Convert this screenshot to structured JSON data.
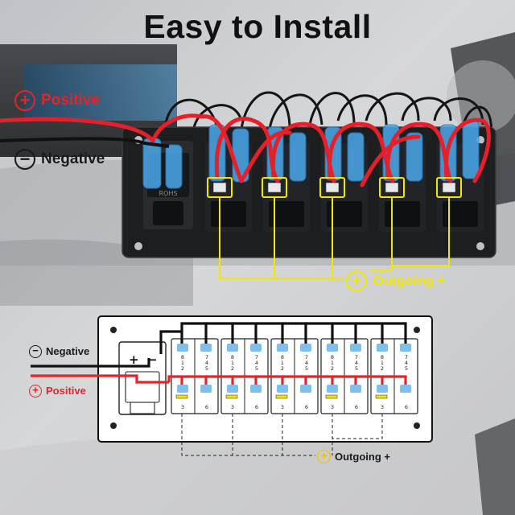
{
  "title": "Easy to Install",
  "photo_section": {
    "positive_label": "Positive",
    "negative_label": "Negative",
    "outgoing_label": "Outgoing +",
    "socket_marking": "ROHS"
  },
  "diagram_section": {
    "negative_label": "Negative",
    "positive_label": "Positive",
    "outgoing_label": "Outgoing +",
    "socket_plus": "+",
    "socket_minus": "−",
    "pin_labels": {
      "left_top": [
        "8",
        "1",
        "2"
      ],
      "right_top": [
        "7",
        "4",
        "5"
      ],
      "left_bottom": "3",
      "right_bottom": "6"
    }
  },
  "colors": {
    "positive": "#e0262a",
    "negative": "#111111",
    "outgoing": "#f3e600",
    "fuse": "#3aa0e6"
  },
  "switch_count": 5,
  "icons": [
    "plus-circle-icon",
    "minus-circle-icon"
  ]
}
